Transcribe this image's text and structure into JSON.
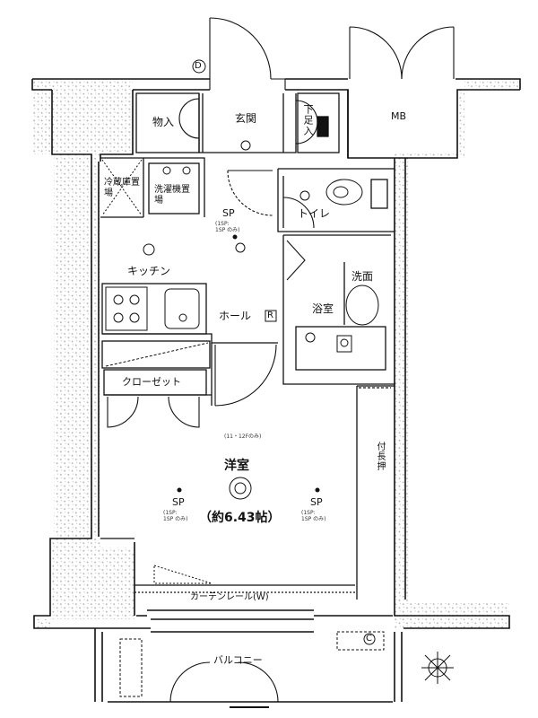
{
  "colors": {
    "line": "#111111",
    "hatch": "#b9b9b9",
    "wall_fill": "#ffffff"
  },
  "rooms": {
    "storage": "物入",
    "entrance": "玄関",
    "shoe_box": "下足入",
    "mb": "MB",
    "fridge": "冷蔵庫置場",
    "laundry": "洗濯機置場",
    "toilet": "トイレ",
    "kitchen": "キッチン",
    "washbasin": "洗面",
    "bath": "浴室",
    "hall": "ホール",
    "closet": "クローゼット",
    "western_room": "洋室",
    "area": "（約6.43帖）",
    "shelf": "付長押",
    "curtain_rail": "カーテンレール(W)",
    "balcony": "バルコニー"
  },
  "markers": {
    "d": "D",
    "r": "R",
    "c": "C",
    "sp": "SP",
    "sp_note": "(1SP:\n1SP のみ)",
    "ceiling_note": "(11・12Fのみ)"
  }
}
